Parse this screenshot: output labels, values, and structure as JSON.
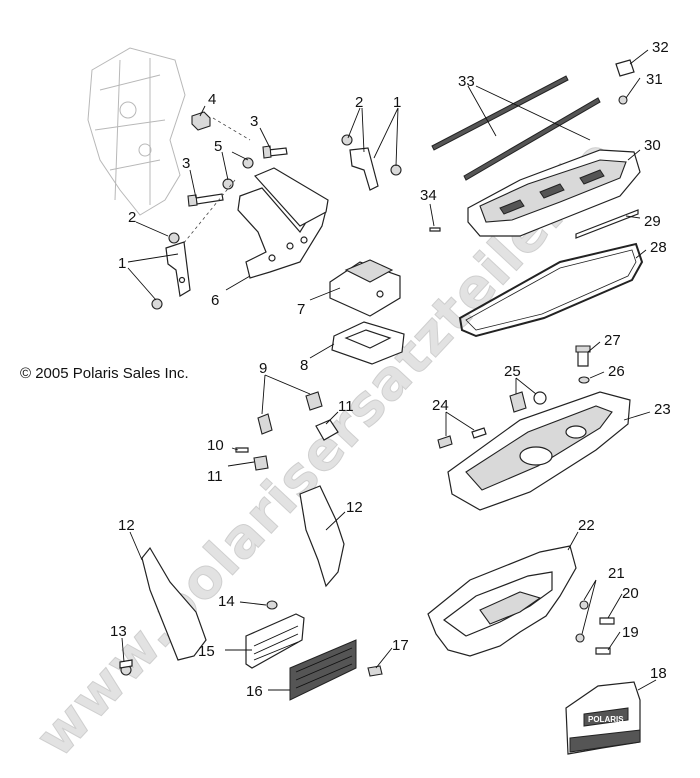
{
  "copyright": "© 2005 Polaris Sales Inc.",
  "watermark": "www.polarisersatzteile.de",
  "badge_text": "POLARIS",
  "colors": {
    "line": "#222222",
    "watermark": "#e2e2e2",
    "background": "#ffffff"
  },
  "callouts": [
    "1",
    "2",
    "3",
    "4",
    "5",
    "6",
    "7",
    "8",
    "9",
    "10",
    "11",
    "12",
    "13",
    "14",
    "15",
    "16",
    "17",
    "18",
    "19",
    "20",
    "21",
    "22",
    "23",
    "24",
    "25",
    "26",
    "27",
    "28",
    "29",
    "30",
    "31",
    "32",
    "33",
    "34"
  ],
  "callout_labels": {
    "n4": "4",
    "n3a": "3",
    "n5": "5",
    "n3b": "3",
    "n2a": "2",
    "n1a": "1",
    "n6": "6",
    "n2b": "2",
    "n1b": "1",
    "n7": "7",
    "n8": "8",
    "n9": "9",
    "n11a": "11",
    "n10": "10",
    "n11b": "11",
    "n12a": "12",
    "n12b": "12",
    "n13": "13",
    "n14": "14",
    "n15": "15",
    "n16": "16",
    "n17": "17",
    "n18": "18",
    "n19": "19",
    "n20": "20",
    "n21": "21",
    "n22": "22",
    "n23": "23",
    "n24": "24",
    "n25": "25",
    "n26": "26",
    "n27": "27",
    "n28": "28",
    "n29": "29",
    "n30": "30",
    "n31": "31",
    "n32": "32",
    "n33": "33",
    "n34": "34"
  }
}
